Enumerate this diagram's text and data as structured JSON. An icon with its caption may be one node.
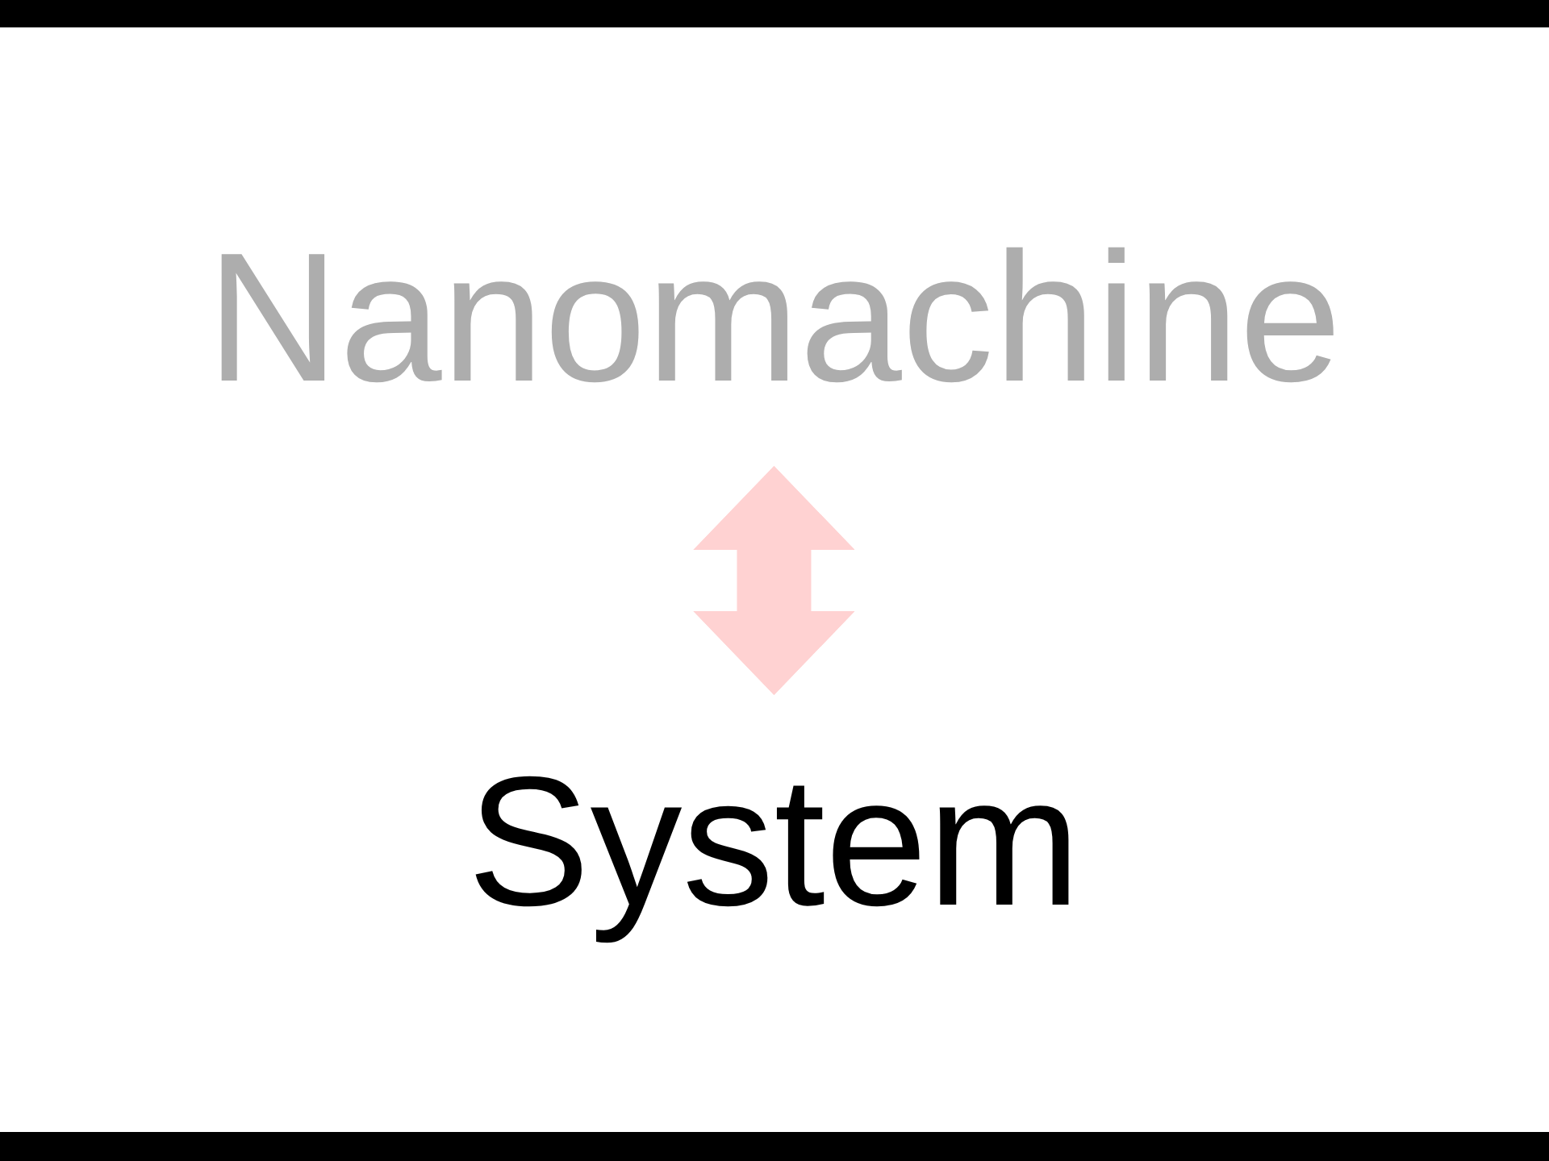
{
  "diagram": {
    "nodes": [
      {
        "text": [
          "Nanomachine"
        ]
      },
      {
        "text": [
          "System"
        ]
      }
    ],
    "edges": [
      {
        "from": 0,
        "to": 1,
        "arrow": "both",
        "color": "#ffd2d2"
      }
    ]
  }
}
